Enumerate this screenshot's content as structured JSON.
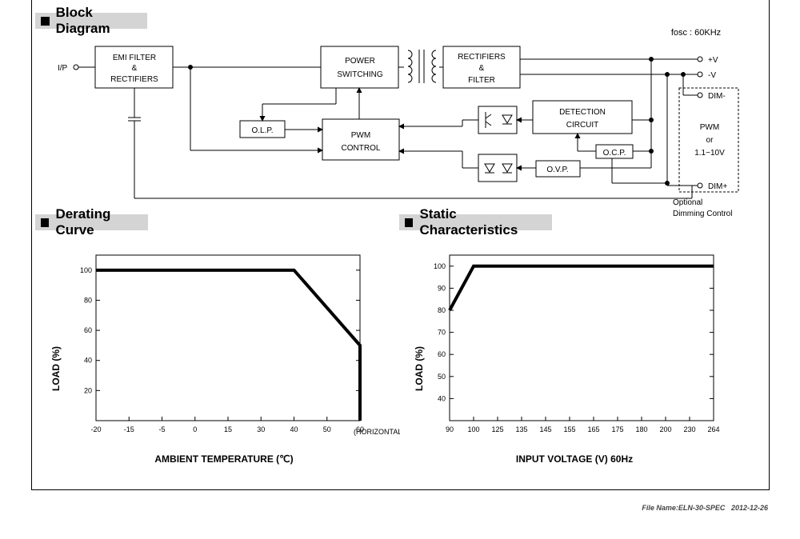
{
  "sections": {
    "block_diagram": "Block Diagram",
    "derating_curve": "Derating Curve",
    "static_characteristics": "Static Characteristics"
  },
  "block_diagram": {
    "fosc": "fosc :  60KHz",
    "input_label": "I/P",
    "emi_lines": [
      "EMI FILTER",
      "&",
      "RECTIFIERS"
    ],
    "power_switching_lines": [
      "POWER",
      "SWITCHING"
    ],
    "rectifiers_lines": [
      "RECTIFIERS",
      "&",
      "FILTER"
    ],
    "olp": "O.L.P.",
    "pwm_control_lines": [
      "PWM",
      "CONTROL"
    ],
    "detection_lines": [
      "DETECTION",
      "CIRCUIT"
    ],
    "ocp": "O.C.P.",
    "ovp": "O.V.P.",
    "output_plus": "+V",
    "output_minus": "-V",
    "dim_minus": "DIM-",
    "dim_plus": "DIM+",
    "pwm_dim_lines": [
      "PWM",
      "or",
      "1.1~10V"
    ],
    "optional_lines": [
      "Optional",
      "Dimming Control"
    ]
  },
  "chart_data": [
    {
      "type": "line",
      "title": "Derating Curve",
      "xlabel": "AMBIENT TEMPERATURE (℃)",
      "ylabel": "LOAD (%)",
      "x_ticks": [
        "-20",
        "-15",
        "-5",
        "0",
        "15",
        "30",
        "40",
        "50",
        "60"
      ],
      "x_note": "(HORIZONTAL)",
      "y_ticks": [
        "20",
        "40",
        "60",
        "80",
        "100"
      ],
      "ylim": [
        0,
        110
      ],
      "series": [
        {
          "x": [
            "-20",
            "40",
            "60",
            "60"
          ],
          "y": [
            100,
            100,
            50,
            0
          ]
        }
      ]
    },
    {
      "type": "line",
      "title": "Static Characteristics",
      "xlabel": "INPUT VOLTAGE (V) 60Hz",
      "ylabel": "LOAD (%)",
      "x_ticks": [
        "90",
        "100",
        "125",
        "135",
        "145",
        "155",
        "165",
        "175",
        "180",
        "200",
        "230",
        "264"
      ],
      "y_ticks": [
        "40",
        "50",
        "60",
        "70",
        "80",
        "90",
        "100"
      ],
      "ylim": [
        30,
        105
      ],
      "series": [
        {
          "x": [
            "90",
            "100",
            "264"
          ],
          "y": [
            80,
            100,
            100
          ]
        }
      ]
    }
  ],
  "footer": {
    "file_name": "File Name:ELN-30-SPEC",
    "date": "2012-12-26"
  }
}
